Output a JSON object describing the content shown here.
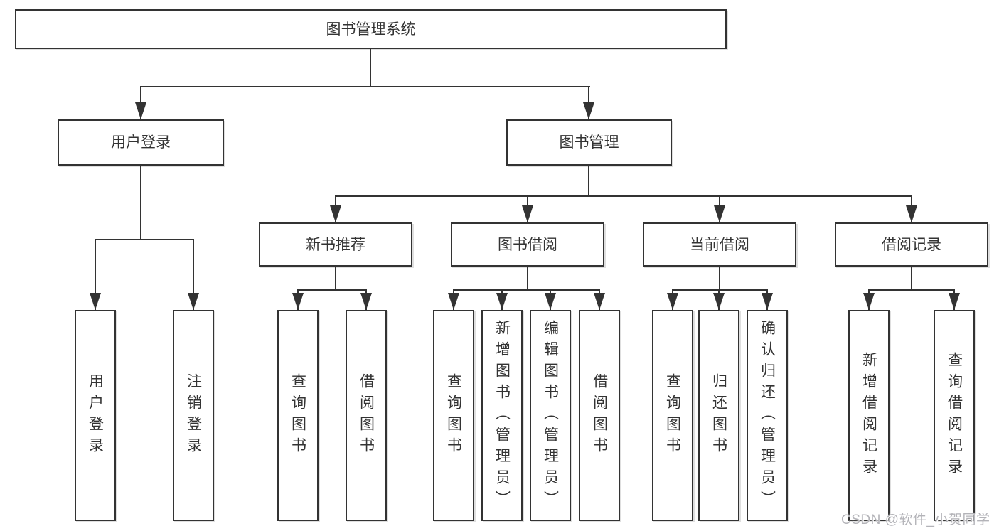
{
  "colors": {
    "line": "#333333",
    "text": "#333333",
    "watermark": "#b3b3b8",
    "background": "#ffffff"
  },
  "tree": {
    "root": {
      "label": "图书管理系统"
    },
    "branches": [
      {
        "label": "用户登录",
        "leaves": [
          {
            "label": "用户登录"
          },
          {
            "label": "注销登录"
          }
        ]
      },
      {
        "label": "图书管理",
        "groups": [
          {
            "label": "新书推荐",
            "leaves": [
              {
                "label": "查询图书"
              },
              {
                "label": "借阅图书"
              }
            ]
          },
          {
            "label": "图书借阅",
            "leaves": [
              {
                "label": "查询图书"
              },
              {
                "label": "新增图书（管理员）"
              },
              {
                "label": "编辑图书（管理员）"
              },
              {
                "label": "借阅图书"
              }
            ]
          },
          {
            "label": "当前借阅",
            "leaves": [
              {
                "label": "查询图书"
              },
              {
                "label": "归还图书"
              },
              {
                "label": "确认归还（管理员）"
              }
            ]
          },
          {
            "label": "借阅记录",
            "leaves": [
              {
                "label": "新增借阅记录"
              },
              {
                "label": "查询借阅记录"
              }
            ]
          }
        ]
      }
    ]
  },
  "watermark": {
    "text": "CSDN @软件_小贺同学"
  }
}
